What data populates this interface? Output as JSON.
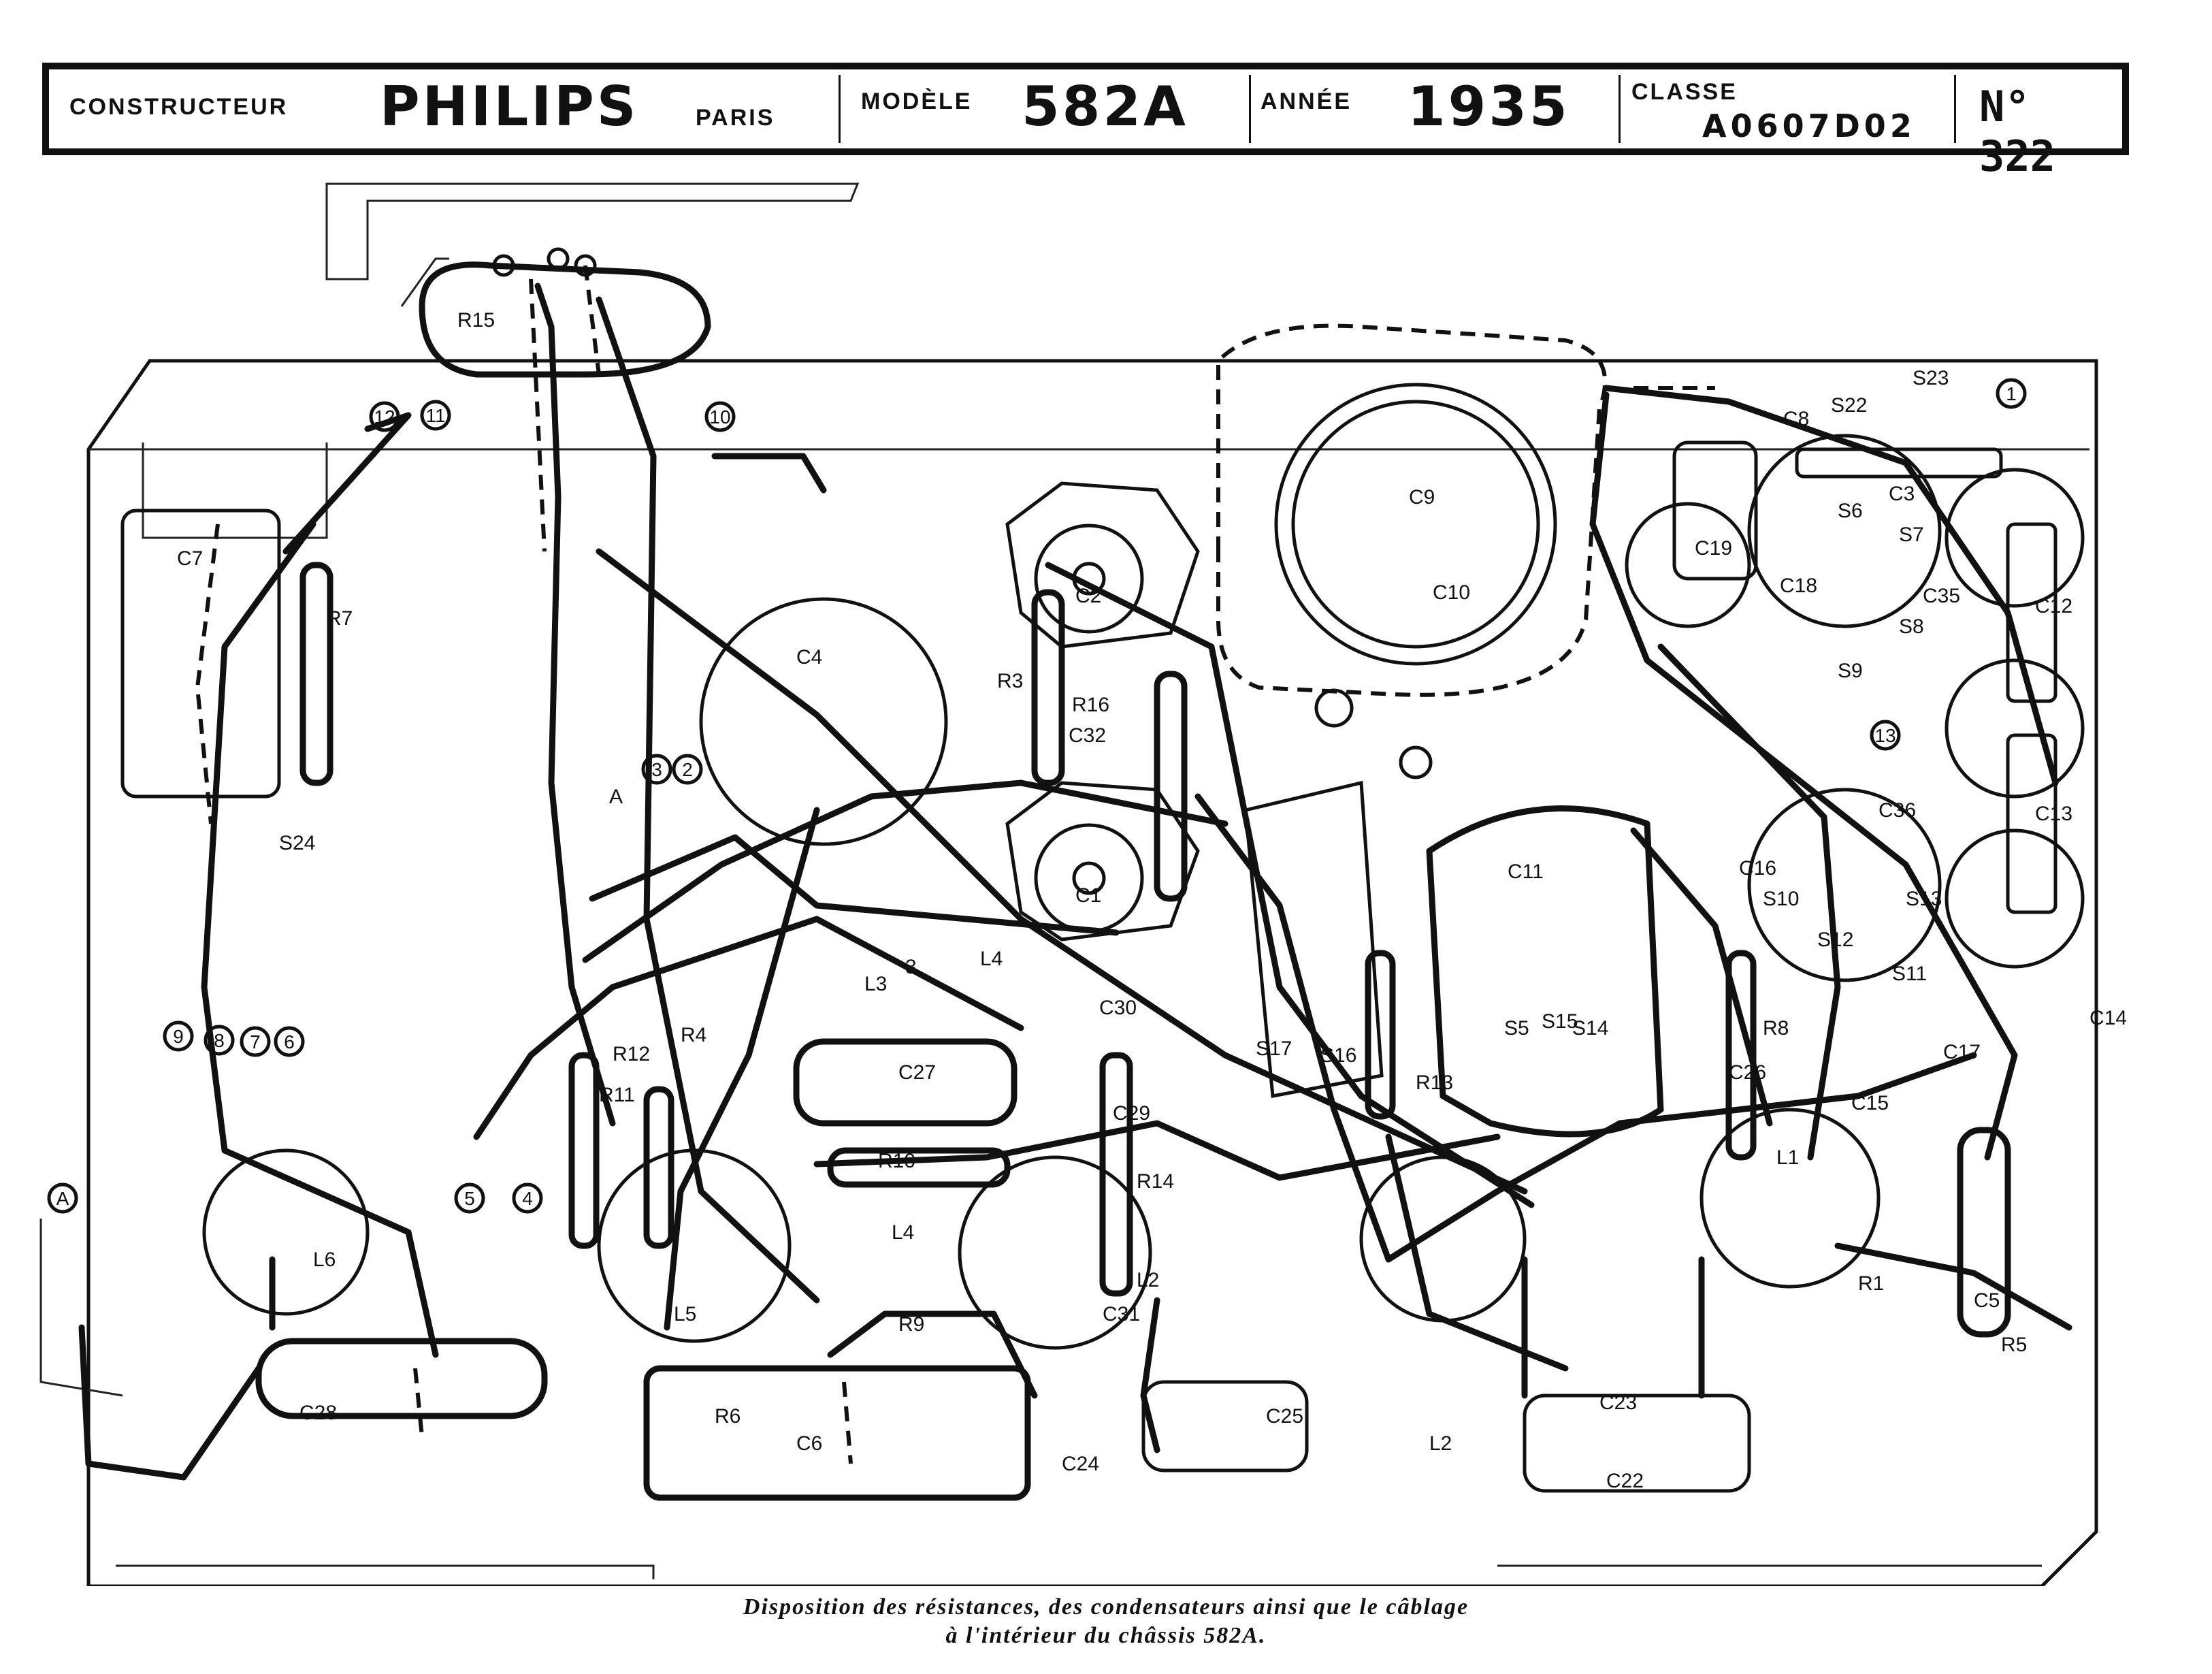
{
  "header": {
    "constructeur_label": "CONSTRUCTEUR",
    "brand": "PHILIPS",
    "city": "PARIS",
    "modele_label": "MODÈLE",
    "modele_value": "582A",
    "annee_label": "ANNÉE",
    "annee_value": "1935",
    "classe_label": "CLASSE",
    "classe_value": "A0607D02",
    "numero": "N° 322"
  },
  "caption": {
    "line1": "Disposition des résistances, des condensateurs ainsi que le câblage",
    "line2": "à l'intérieur du châssis 582A."
  },
  "diagram": {
    "terminals": [
      "1",
      "2",
      "3",
      "5",
      "4",
      "6",
      "7",
      "8",
      "9",
      "10",
      "11",
      "12",
      "13",
      "A"
    ],
    "resistors": [
      "R1",
      "R3",
      "R4",
      "R5",
      "R6",
      "R7",
      "R8",
      "R9",
      "R10",
      "R11",
      "R12",
      "R13",
      "R14",
      "R15",
      "R16"
    ],
    "capacitors": [
      "C1",
      "C2",
      "C3",
      "C4",
      "C5",
      "C6",
      "C7",
      "C8",
      "C9",
      "C10",
      "C11",
      "C12",
      "C13",
      "C14",
      "C15",
      "C16",
      "C17",
      "C18",
      "C19",
      "C22",
      "C23",
      "C24",
      "C25",
      "C26",
      "C27",
      "C28",
      "C29",
      "C30",
      "C31",
      "C32",
      "C35",
      "C36"
    ],
    "coils": [
      "L1",
      "L2",
      "L2",
      "L3",
      "L4",
      "L4",
      "L5",
      "L6"
    ],
    "switches": [
      "S5",
      "S6",
      "S7",
      "S8",
      "S9",
      "S10",
      "S11",
      "S12",
      "S13",
      "S14",
      "S15",
      "S16",
      "S17",
      "S22",
      "S23",
      "S24"
    ],
    "misc_labels": [
      "A",
      "3"
    ]
  }
}
